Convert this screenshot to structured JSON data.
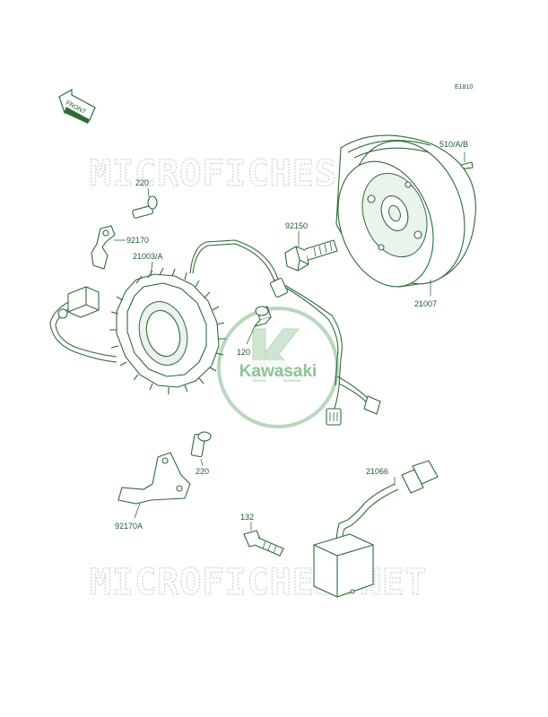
{
  "diagram_code": "E1810",
  "watermark_text": "MICROFICHES.NET",
  "logo_text": "Kawasaki",
  "front_indicator": "FRONT",
  "parts": {
    "p510": "510/A/B",
    "p220_top": "220",
    "p92170": "92170",
    "p92150": "92150",
    "p21003": "21003/A",
    "p120": "120",
    "p21007": "21007",
    "p220_bottom": "220",
    "p92170A": "92170A",
    "p21066": "21066",
    "p132": "132"
  },
  "colors": {
    "line": "#2d6b36",
    "label": "#1f5a2a",
    "watermark": "#c9d6cb",
    "logo": "#b8d8bd"
  }
}
